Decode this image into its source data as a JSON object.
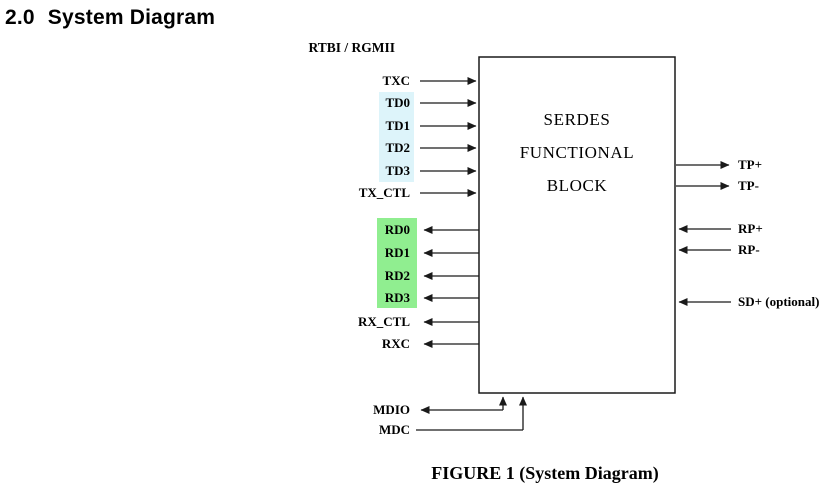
{
  "heading": {
    "number": "2.0",
    "title": "System Diagram"
  },
  "caption": "FIGURE 1 (System Diagram)",
  "colors": {
    "tx_highlight": "#ddf4fa",
    "rx_highlight": "#90ee90",
    "line": "#1a1a1a",
    "text": "#000000"
  },
  "diagram": {
    "interface_label": "RTBI / RGMII",
    "block": {
      "lines": [
        "SERDES",
        "FUNCTIONAL",
        "BLOCK"
      ]
    },
    "tx_signals": [
      {
        "label": "TXC",
        "direction": "input",
        "highlighted": false
      },
      {
        "label": "TD0",
        "direction": "input",
        "highlighted": true
      },
      {
        "label": "TD1",
        "direction": "input",
        "highlighted": true
      },
      {
        "label": "TD2",
        "direction": "input",
        "highlighted": true
      },
      {
        "label": "TD3",
        "direction": "input",
        "highlighted": true
      },
      {
        "label": "TX_CTL",
        "direction": "input",
        "highlighted": false
      }
    ],
    "rx_signals": [
      {
        "label": "RD0",
        "direction": "output",
        "highlighted": true
      },
      {
        "label": "RD1",
        "direction": "output",
        "highlighted": true
      },
      {
        "label": "RD2",
        "direction": "output",
        "highlighted": true
      },
      {
        "label": "RD3",
        "direction": "output",
        "highlighted": true
      },
      {
        "label": "RX_CTL",
        "direction": "output",
        "highlighted": false
      },
      {
        "label": "RXC",
        "direction": "output",
        "highlighted": false
      }
    ],
    "mgmt_signals": [
      {
        "label": "MDIO",
        "direction": "bidirectional"
      },
      {
        "label": "MDC",
        "direction": "input"
      }
    ],
    "serial_outputs": [
      {
        "label": "TP+"
      },
      {
        "label": "TP-"
      }
    ],
    "serial_inputs": [
      {
        "label": "RP+"
      },
      {
        "label": "RP-"
      },
      {
        "label": "SD+ (optional)"
      }
    ]
  }
}
